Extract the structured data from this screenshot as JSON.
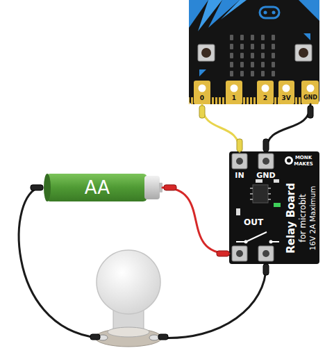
{
  "diagram": {
    "nodes": [
      {
        "text": [
          "0",
          "1",
          "2",
          "3V",
          "GND"
        ]
      },
      {
        "text": [
          "IN",
          "GND",
          "OUT",
          "Relay Board",
          "for microbit",
          "16V 2A Maximum",
          "MONK",
          "MAKES"
        ]
      },
      {
        "text": [
          "AA"
        ]
      }
    ],
    "edges": [
      {
        "from": 0,
        "to": 1,
        "arrow": "none"
      },
      {
        "from": 0,
        "to": 1,
        "arrow": "none"
      },
      {
        "from": 2,
        "to": 1,
        "arrow": "none"
      }
    ]
  }
}
